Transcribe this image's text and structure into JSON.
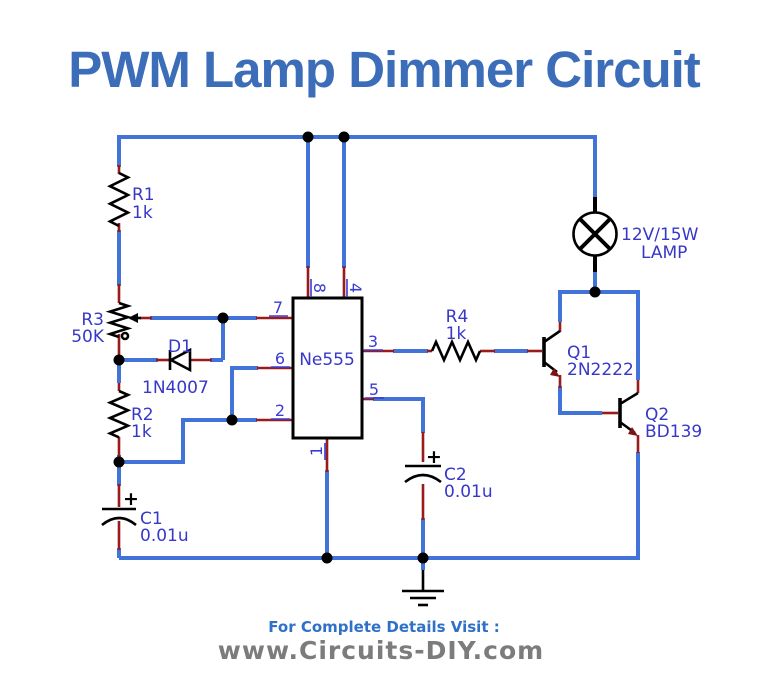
{
  "title": "PWM Lamp Dimmer Circuit",
  "footer": {
    "visit": "For Complete Details Visit :",
    "site": "www.Circuits-DIY.com"
  },
  "ic": {
    "name": "Ne555",
    "pin1": "1",
    "pin2": "2",
    "pin3": "3",
    "pin4": "4",
    "pin5": "5",
    "pin6": "6",
    "pin7": "7",
    "pin8": "8"
  },
  "components": {
    "r1": {
      "ref": "R1",
      "value": "1k"
    },
    "r2": {
      "ref": "R2",
      "value": "1k"
    },
    "r3": {
      "ref": "R3",
      "value": "50K"
    },
    "r4": {
      "ref": "R4",
      "value": "1k"
    },
    "c1": {
      "ref": "C1",
      "value": "0.01u",
      "polarity": "+"
    },
    "c2": {
      "ref": "C2",
      "value": "0.01u",
      "polarity": "+"
    },
    "d1": {
      "ref": "D1",
      "value": "1N4007"
    },
    "q1": {
      "ref": "Q1",
      "value": "2N2222"
    },
    "q2": {
      "ref": "Q2",
      "value": "BD139"
    },
    "lamp": {
      "rating": "12V/15W",
      "label": "LAMP"
    }
  },
  "colors": {
    "title_blue": "#3b6db8",
    "wire_blue": "#4273d8",
    "lead_red": "#991b1b",
    "label_blue": "#3737c8",
    "pin_blue": "#3b3bd6",
    "arrow_maroon": "#7d1414",
    "symbol_black": "#000000",
    "footer_blue": "#2f70c8",
    "footer_gray": "#7c7c7c"
  }
}
